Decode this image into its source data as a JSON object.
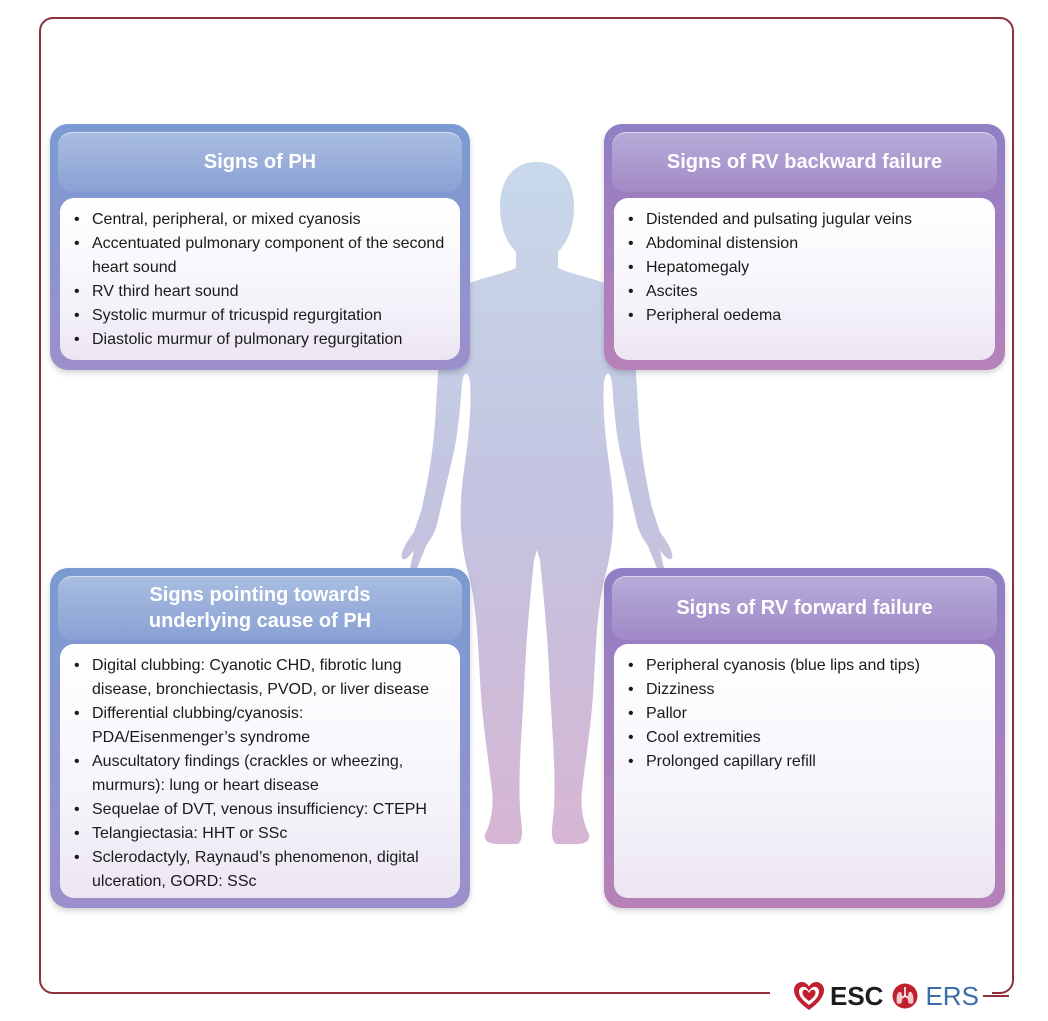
{
  "panels": {
    "top_left": {
      "title": "Signs of PH",
      "items": [
        "Central, peripheral, or mixed cyanosis",
        "Accentuated pulmonary component of the second heart sound",
        "RV third heart sound",
        "Systolic murmur of tricuspid regurgitation",
        "Diastolic murmur of pulmonary regurgitation"
      ]
    },
    "top_right": {
      "title": "Signs of RV backward failure",
      "items": [
        "Distended and pulsating jugular veins",
        "Abdominal distension",
        "Hepatomegaly",
        "Ascites",
        "Peripheral oedema"
      ]
    },
    "bottom_left": {
      "title_line1": "Signs pointing towards",
      "title_line2": "underlying cause of PH",
      "items": [
        "Digital clubbing: Cyanotic CHD, fibrotic lung disease, bronchiectasis, PVOD, or liver disease",
        "Differential clubbing/cyanosis: PDA/Eisenmenger’s syndrome",
        "Auscultatory findings (crackles or wheezing, murmurs): lung or heart disease",
        "Sequelae of DVT, venous insufficiency: CTEPH",
        "Telangiectasia: HHT or SSc",
        "Sclerodactyly, Raynaud’s phenomenon, digital ulceration, GORD: SSc"
      ]
    },
    "bottom_right": {
      "title": "Signs of RV forward failure",
      "items": [
        "Peripheral cyanosis (blue lips and tips)",
        "Dizziness",
        "Pallor",
        "Cool extremities",
        "Prolonged capillary refill"
      ]
    }
  },
  "logo": {
    "esc": "ESC",
    "ers": "ERS"
  },
  "colors": {
    "frame": "#8e2f3c",
    "blue_panel": "#7a9bd1",
    "purple_panel": "#b781b8",
    "ers_blue": "#3a6ea8"
  }
}
